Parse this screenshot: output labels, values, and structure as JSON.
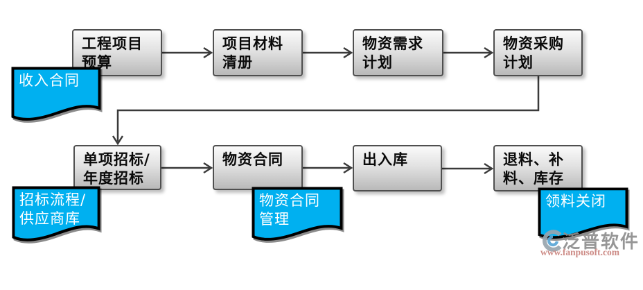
{
  "diagram_name": "material-purchase-flow",
  "colors": {
    "banner_blue": "#00b0f0",
    "node_gradient_top": "#fafafa",
    "node_gradient_bottom": "#b9b9b9",
    "node_border": "#4f4f4f",
    "arrow": "#3a3a3a",
    "banner_text": "#ffffff",
    "watermark_brand": "#8e8e8e",
    "watermark_url": "#c9827c"
  },
  "nodes": {
    "r1c1": "工程项目\n预算",
    "r1c2": "项目材料\n清册",
    "r1c3": "物资需求\n计划",
    "r1c4": "物资采购\n计划",
    "r2c1": "单项招标/\n年度招标",
    "r2c2": "物资合同",
    "r2c3": "出入库",
    "r2c4": "退料、补\n料、库存"
  },
  "banners": {
    "income": "收入合同",
    "bidding": "招标流程/\n供应商库",
    "contract_mgmt": "物资合同\n管理",
    "close": "领料关闭"
  },
  "watermark": {
    "brand": "泛普软件",
    "url": "www.fanpusoft.com"
  }
}
